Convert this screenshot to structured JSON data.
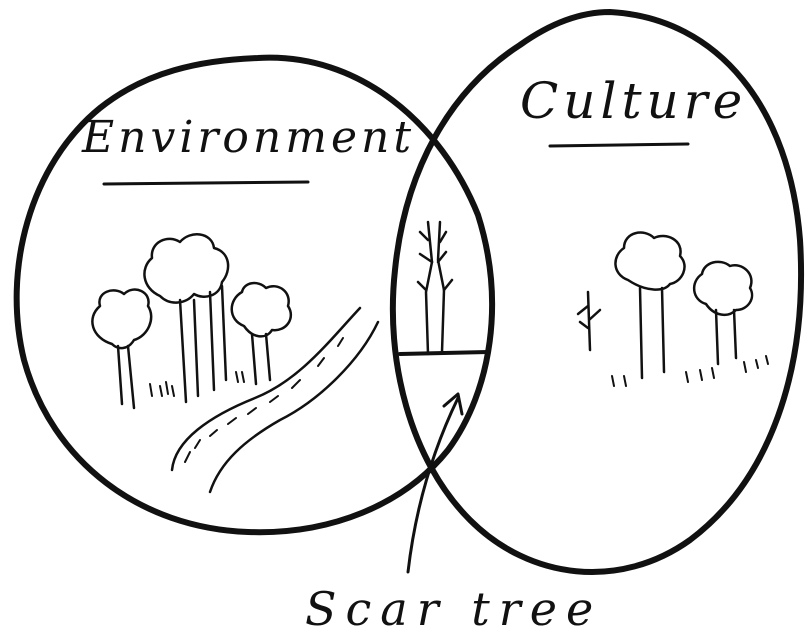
{
  "diagram": {
    "left_circle_label": "Environment",
    "right_circle_label": "Culture",
    "intersection_label": "Scar tree"
  },
  "colors": {
    "ink": "#111111",
    "background": "#ffffff"
  }
}
